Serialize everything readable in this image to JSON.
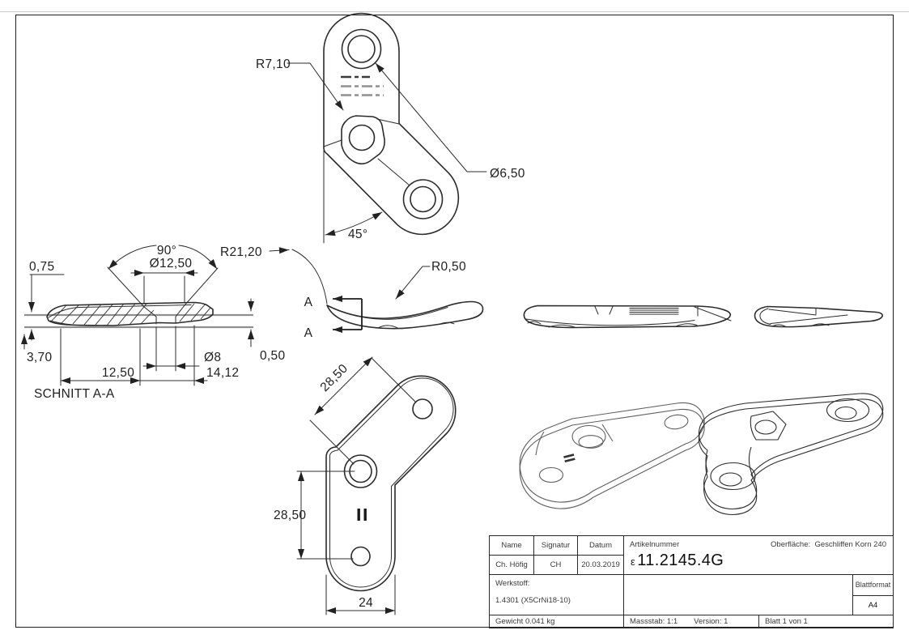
{
  "drawing": {
    "labels": {
      "top_view": {
        "radius": "R7,10",
        "hole_diameter": "Ø6,50",
        "angle": "45°"
      },
      "section_view": {
        "title": "SCHNITT A-A",
        "cut_letter": "A",
        "top_offset": "0,75",
        "countersink_angle": "90°",
        "countersink_diameter": "Ø12,50",
        "bend_radius": "R21,20",
        "edge_radius": "R0,50",
        "depth": "3,70",
        "length_1": "12,50",
        "hole_diameter": "Ø8",
        "length_2": "14,12",
        "bottom_offset": "0,50"
      },
      "bottom_view": {
        "diagonal_length": "28,50",
        "vertical_length": "28,50",
        "width": "24"
      }
    }
  },
  "title_block": {
    "headers": {
      "name": "Name",
      "signature": "Signatur",
      "date": "Datum"
    },
    "values": {
      "name": "Ch. Höfig",
      "signature": "CH",
      "date": "20.03.2019"
    },
    "article": {
      "label": "Artikelnummer",
      "prefix": "ε",
      "number": "11.2145.4G"
    },
    "surface": {
      "label": "Oberfläche:",
      "value": "Geschliffen Korn 240"
    },
    "material": {
      "label": "Werkstoff:",
      "value": "1.4301 (X5CrNi18-10)"
    },
    "sheet_format": {
      "label": "Blattformat",
      "value": "A4"
    },
    "weight": "Gewicht 0.041 kg",
    "scale": "Massstab: 1:1",
    "version": "Version: 1",
    "sheet": "Blatt 1 von 1"
  },
  "colors": {
    "line": "#2b2b2b",
    "reference_line": "#8f8f8f",
    "render_light_top": "#e6e8ea",
    "render_light_side": "#a3a5a7",
    "render_dark_top": "#5d5f61",
    "render_dark_side": "#909294"
  }
}
